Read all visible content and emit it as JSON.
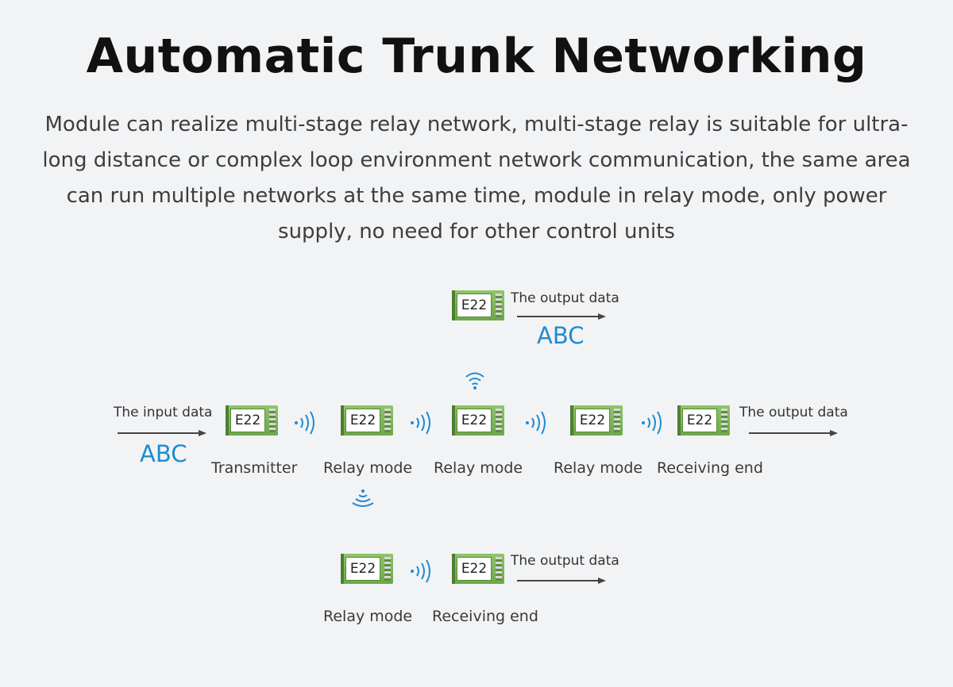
{
  "title": "Automatic Trunk Networking",
  "description": "Module can realize multi-stage relay network, multi-stage relay is suitable for ultra-long distance or complex loop environment network communication, the same area can run multiple networks at the same time, module in relay mode, only power supply, no need for other control units",
  "module_label": "E22",
  "input_label": "The input data",
  "output_label": "The output data",
  "data_value": "ABC",
  "roles": {
    "transmitter": "Transmitter",
    "relay": "Relay mode",
    "receiver": "Receiving end"
  },
  "colors": {
    "accent": "#1e8bd2",
    "module_green": "#7ab555",
    "background": "#f2f3f5"
  },
  "icons": [
    "signal-wave-icon",
    "wifi-icon"
  ]
}
